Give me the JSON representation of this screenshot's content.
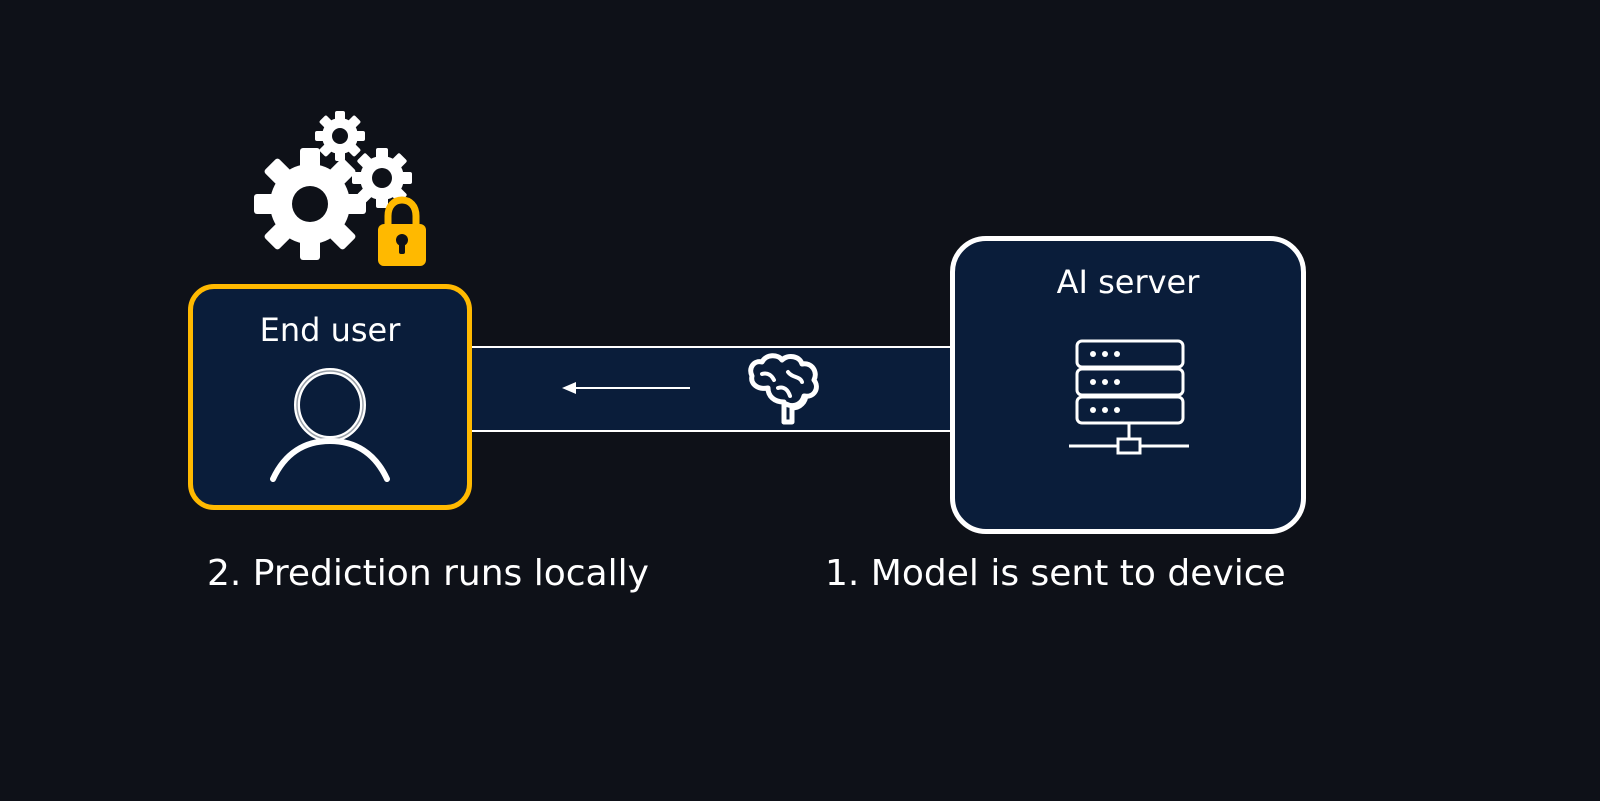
{
  "user_box": {
    "title": "End user"
  },
  "server_box": {
    "title": "AI server"
  },
  "captions": {
    "local": "2. Prediction runs locally",
    "sent": "1. Model is sent to device"
  },
  "icons": {
    "gears": "gears-icon",
    "lock": "lock-icon",
    "user": "user-icon",
    "brain": "brain-icon",
    "server": "server-icon",
    "arrow": "arrow-left-icon"
  },
  "colors": {
    "background": "#0e1118",
    "box_fill": "#0a1d3a",
    "accent": "#ffb900",
    "stroke": "#ffffff"
  }
}
